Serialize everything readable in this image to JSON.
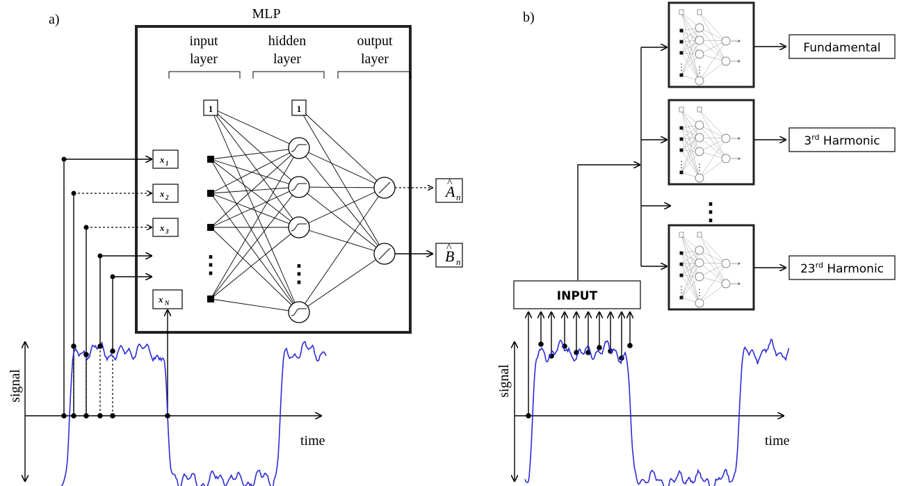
{
  "panel_a": {
    "label": "a)",
    "mlp_title": "MLP",
    "layers": {
      "input_line1": "input",
      "input_line2": "layer",
      "hidden_line1": "hidden",
      "hidden_line2": "layer",
      "output_line1": "output",
      "output_line2": "layer"
    },
    "bias_label": "1",
    "inputs": {
      "x": "x",
      "sub1": "1",
      "sub2": "2",
      "sub3": "3",
      "subN": "N"
    },
    "ellipsis": "⋮",
    "outputs": {
      "a": "A",
      "b": "B",
      "hat": "^",
      "sub": "n"
    },
    "axis_y": "signal",
    "axis_x": "time"
  },
  "panel_b": {
    "label": "b)",
    "input_box": "INPUT",
    "outputs": {
      "fundamental": "Fundamental",
      "third_pre": "3",
      "third_sup": "rd",
      "third_post": " Harmonic",
      "twentythird_pre": "23",
      "twentythird_sup": "rd",
      "twentythird_post": " Harmonic"
    },
    "ellipsis": "⋮",
    "axis_y": "signal",
    "axis_x": "time"
  },
  "colors": {
    "signal": "#2a2ad6",
    "line": "#000000"
  }
}
